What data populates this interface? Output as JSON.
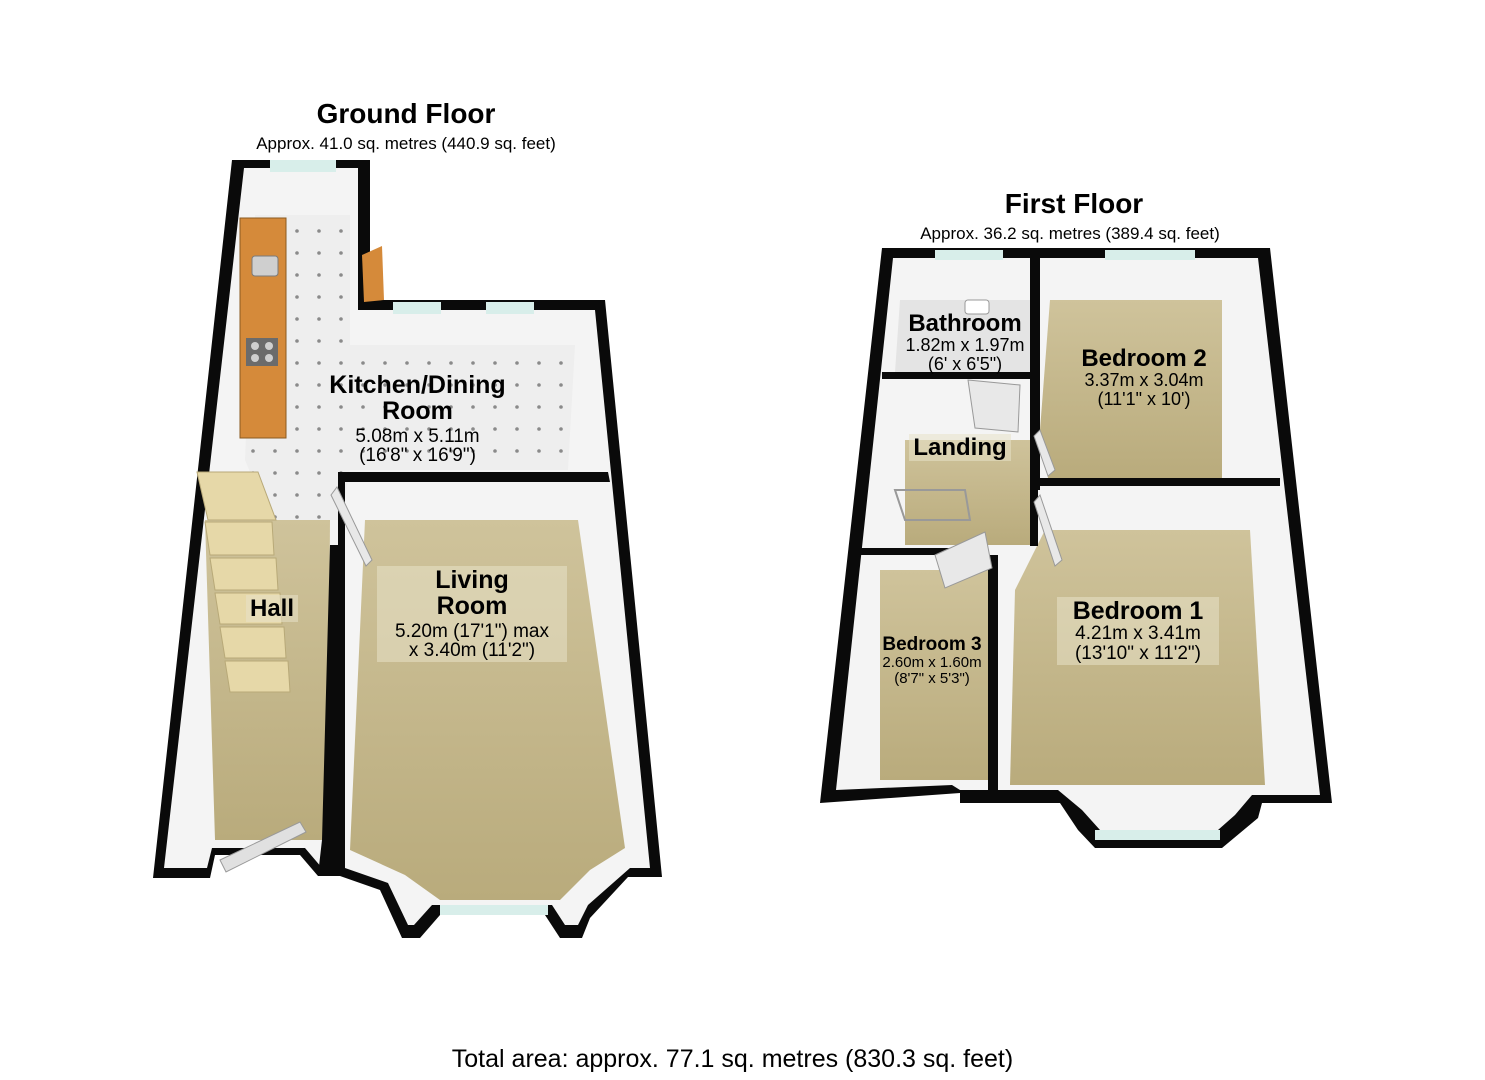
{
  "ground_floor": {
    "title": "Ground Floor",
    "area": "Approx. 41.0 sq. metres (440.9 sq. feet)",
    "rooms": {
      "kitchen": {
        "name_line1": "Kitchen/Dining",
        "name_line2": "Room",
        "dims_metric": "5.08m x 5.11m",
        "dims_imperial": "(16'8\" x 16'9\")"
      },
      "living": {
        "name_line1": "Living",
        "name_line2": "Room",
        "dims_line1": "5.20m (17'1\") max",
        "dims_line2": "x 3.40m (11'2\")"
      },
      "hall": {
        "name": "Hall"
      }
    }
  },
  "first_floor": {
    "title": "First Floor",
    "area": "Approx. 36.2 sq. metres (389.4 sq. feet)",
    "rooms": {
      "bathroom": {
        "name": "Bathroom",
        "dims_metric": "1.82m x 1.97m",
        "dims_imperial": "(6' x 6'5\")"
      },
      "bedroom2": {
        "name": "Bedroom 2",
        "dims_metric": "3.37m x 3.04m",
        "dims_imperial": "(11'1\" x 10')"
      },
      "landing": {
        "name": "Landing"
      },
      "bedroom3": {
        "name": "Bedroom 3",
        "dims_metric": "2.60m x 1.60m",
        "dims_imperial": "(8'7\" x 5'3\")"
      },
      "bedroom1": {
        "name": "Bedroom 1",
        "dims_metric": "4.21m x 3.41m",
        "dims_imperial": "(13'10\" x 11'2\")"
      }
    }
  },
  "total_area": "Total area: approx. 77.1 sq. metres (830.3 sq. feet)",
  "colors": {
    "wall": "#0a0a0a",
    "carpet": "#c6b98f",
    "tile": "#e9e9e9",
    "worktop": "#d58a3a",
    "inner_wall": "#f4f4f4",
    "window": "#d8eeea"
  }
}
